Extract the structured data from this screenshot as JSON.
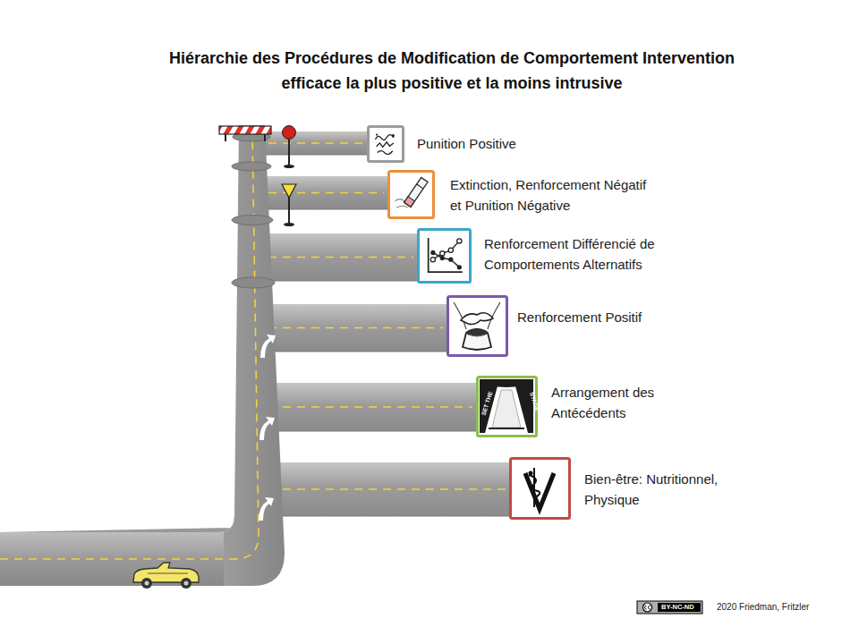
{
  "diagram": {
    "title": "Hiérarchie des Procédures de Modification de Comportement Intervention efficace la plus positive et la moins intrusive",
    "nodes": [
      {
        "text": [
          "Punition Positive"
        ]
      },
      {
        "text": [
          "Extinction, Renforcement Négatif et Punition Négative"
        ]
      },
      {
        "text": [
          "Renforcement Différencié de Comportements Alternatifs"
        ]
      },
      {
        "text": [
          "Renforcement Positif"
        ]
      },
      {
        "text": [
          "Arrangement des Antécédents"
        ]
      },
      {
        "text": [
          "Bien-être: Nutritionnel, Physique"
        ]
      }
    ],
    "labels": [
      "SET THE",
      "STAGE",
      "BY-NC-ND",
      "2020 Friedman, Fritzler"
    ]
  }
}
